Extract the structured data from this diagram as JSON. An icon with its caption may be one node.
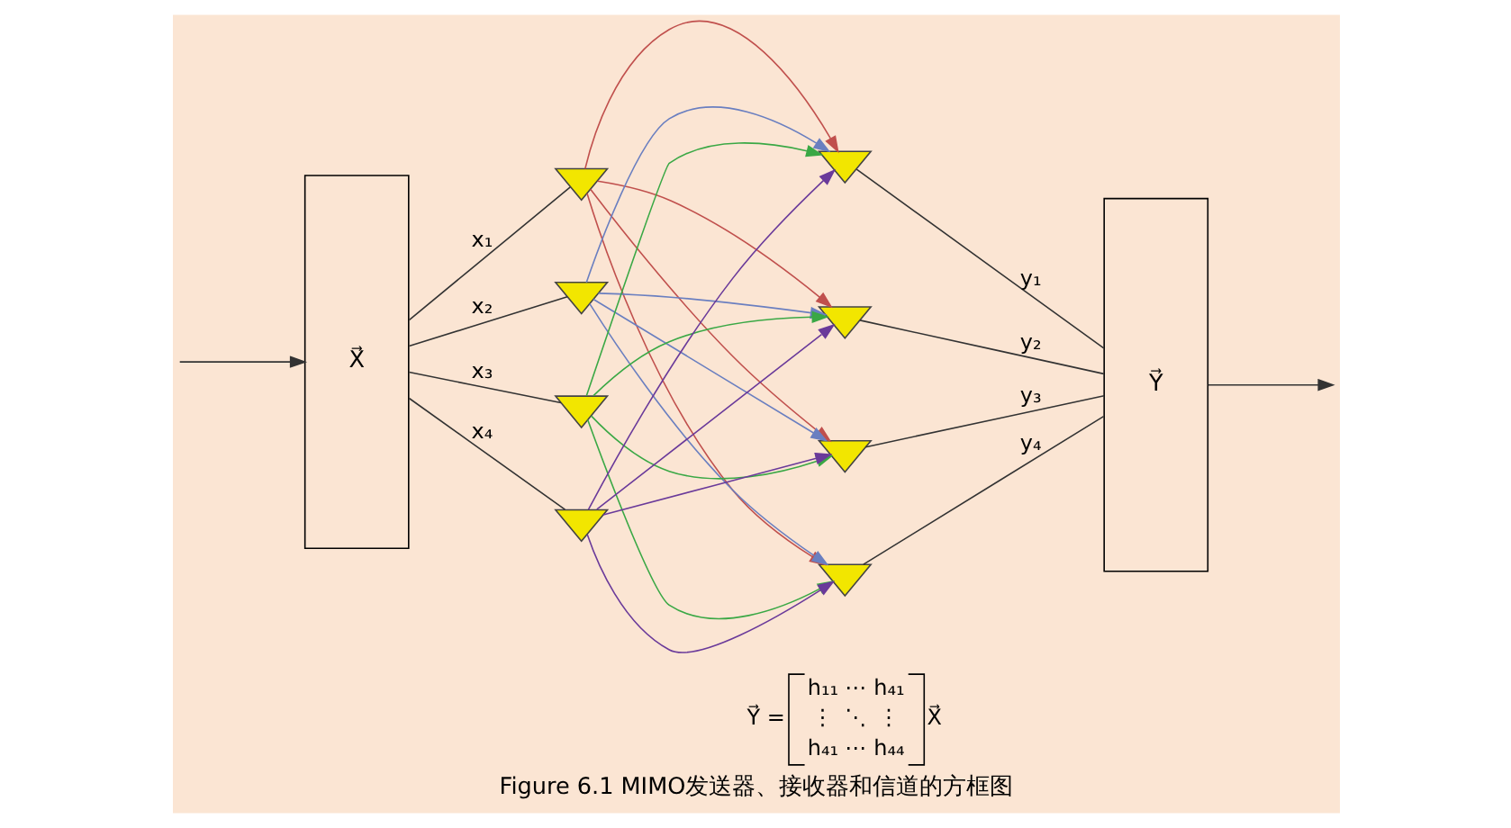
{
  "diagram": {
    "caption": "Figure 6.1 MIMO发送器、接收器和信道的方框图",
    "nodes": [
      {
        "text": [
          "X⃗"
        ]
      },
      {
        "text": [],
        "shape": "triangle"
      },
      {
        "text": [],
        "shape": "triangle"
      },
      {
        "text": [],
        "shape": "triangle"
      },
      {
        "text": [],
        "shape": "triangle"
      },
      {
        "text": [],
        "shape": "triangle"
      },
      {
        "text": [],
        "shape": "triangle"
      },
      {
        "text": [],
        "shape": "triangle"
      },
      {
        "text": [],
        "shape": "triangle"
      },
      {
        "text": [
          "Y⃗"
        ]
      }
    ],
    "edges": [
      {
        "from": null,
        "to": 0,
        "arrow": "to"
      },
      {
        "from": 0,
        "to": 1,
        "arrow": "none",
        "label": "x₁"
      },
      {
        "from": 0,
        "to": 2,
        "arrow": "none",
        "label": "x₂"
      },
      {
        "from": 0,
        "to": 3,
        "arrow": "none",
        "label": "x₃"
      },
      {
        "from": 0,
        "to": 4,
        "arrow": "none",
        "label": "x₄"
      },
      {
        "from": 1,
        "to": 5,
        "arrow": "to",
        "color": "#c0504d"
      },
      {
        "from": 1,
        "to": 6,
        "arrow": "to",
        "color": "#c0504d"
      },
      {
        "from": 1,
        "to": 7,
        "arrow": "to",
        "color": "#c0504d"
      },
      {
        "from": 1,
        "to": 8,
        "arrow": "to",
        "color": "#c0504d"
      },
      {
        "from": 2,
        "to": 5,
        "arrow": "to",
        "color": "#6a7fc0"
      },
      {
        "from": 2,
        "to": 6,
        "arrow": "to",
        "color": "#6a7fc0"
      },
      {
        "from": 2,
        "to": 7,
        "arrow": "to",
        "color": "#6a7fc0"
      },
      {
        "from": 2,
        "to": 8,
        "arrow": "to",
        "color": "#6a7fc0"
      },
      {
        "from": 3,
        "to": 5,
        "arrow": "to",
        "color": "#3aa845"
      },
      {
        "from": 3,
        "to": 6,
        "arrow": "to",
        "color": "#3aa845"
      },
      {
        "from": 3,
        "to": 7,
        "arrow": "to",
        "color": "#3aa845"
      },
      {
        "from": 3,
        "to": 8,
        "arrow": "to",
        "color": "#3aa845"
      },
      {
        "from": 4,
        "to": 5,
        "arrow": "to",
        "color": "#6a3a9a"
      },
      {
        "from": 4,
        "to": 6,
        "arrow": "to",
        "color": "#6a3a9a"
      },
      {
        "from": 4,
        "to": 7,
        "arrow": "to",
        "color": "#6a3a9a"
      },
      {
        "from": 4,
        "to": 8,
        "arrow": "to",
        "color": "#6a3a9a"
      },
      {
        "from": 5,
        "to": 9,
        "arrow": "none",
        "label": "y₁"
      },
      {
        "from": 6,
        "to": 9,
        "arrow": "none",
        "label": "y₂"
      },
      {
        "from": 7,
        "to": 9,
        "arrow": "none",
        "label": "y₃"
      },
      {
        "from": 8,
        "to": 9,
        "arrow": "none",
        "label": "y₄"
      },
      {
        "from": 9,
        "to": null,
        "arrow": "to"
      }
    ],
    "labels": [
      "Y⃗ =",
      "h₁₁",
      "⋯",
      "h₄₁",
      "⋮",
      "⋱",
      "⋮",
      "h₄₁",
      "⋯",
      "h₄₄",
      "X⃗"
    ]
  }
}
